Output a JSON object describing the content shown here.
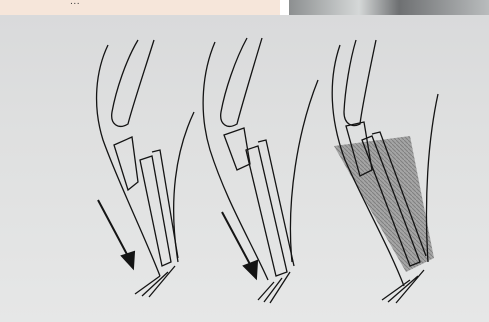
{
  "header": {
    "caption_text": "...",
    "caption_bg": "#f6e6da"
  },
  "illustration": {
    "subject": "three-stage-lower-leg-diagram",
    "panels": [
      "panel-1",
      "panel-2",
      "panel-3"
    ],
    "arrow_panels": 2,
    "shaded_panel": 3,
    "line_color": "#141414",
    "shade_color": "#8a8a8a",
    "paper_color": "#dfe0e0"
  }
}
